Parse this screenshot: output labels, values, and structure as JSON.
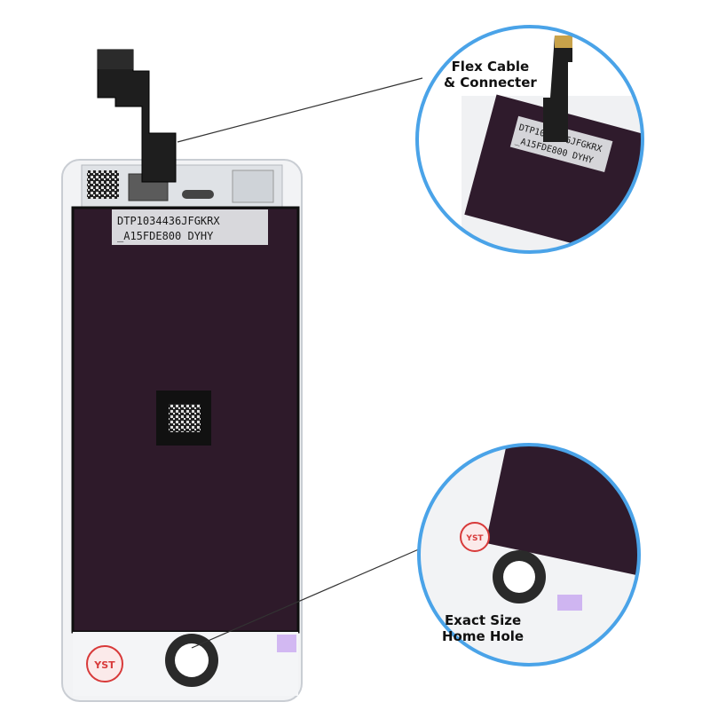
{
  "lcd": {
    "label_line1": "DTP1034436JFGKRX",
    "label_line2": "_A15FDE800  DYHY",
    "stamp_text": "YST"
  },
  "callouts": {
    "flex": {
      "line1": "Flex Cable",
      "line2": "& Connecter"
    },
    "home": {
      "line1": "Exact Size",
      "line2": "Home Hole"
    }
  },
  "colors": {
    "panel": "#2e1a2a",
    "frame": "#f2f3f5",
    "callout_ring": "#4aa3e8",
    "flex_cable": "#1e1e1e",
    "stamp": "#d83a3a"
  }
}
